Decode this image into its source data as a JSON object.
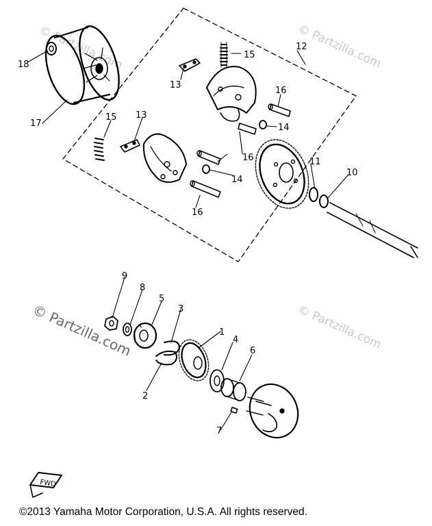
{
  "watermark": {
    "text": "© Partzilla.com"
  },
  "callouts": [
    {
      "id": "p1",
      "label": "1"
    },
    {
      "id": "p2",
      "label": "2"
    },
    {
      "id": "p3",
      "label": "3"
    },
    {
      "id": "p4",
      "label": "4"
    },
    {
      "id": "p5",
      "label": "5"
    },
    {
      "id": "p6",
      "label": "6"
    },
    {
      "id": "p7",
      "label": "7"
    },
    {
      "id": "p8",
      "label": "8"
    },
    {
      "id": "p9",
      "label": "9"
    },
    {
      "id": "p10",
      "label": "10"
    },
    {
      "id": "p11",
      "label": "11"
    },
    {
      "id": "p12",
      "label": "12"
    },
    {
      "id": "p13a",
      "label": "13"
    },
    {
      "id": "p13b",
      "label": "13"
    },
    {
      "id": "p14a",
      "label": "14"
    },
    {
      "id": "p14b",
      "label": "14"
    },
    {
      "id": "p15a",
      "label": "15"
    },
    {
      "id": "p15b",
      "label": "15"
    },
    {
      "id": "p16a",
      "label": "16"
    },
    {
      "id": "p16b",
      "label": "16"
    },
    {
      "id": "p16c",
      "label": "16"
    },
    {
      "id": "p17",
      "label": "17"
    },
    {
      "id": "p18",
      "label": "18"
    }
  ],
  "badge": {
    "text": "FWD"
  },
  "copyright": "©2013  Yamaha Motor Corporation, U.S.A. All rights reserved."
}
